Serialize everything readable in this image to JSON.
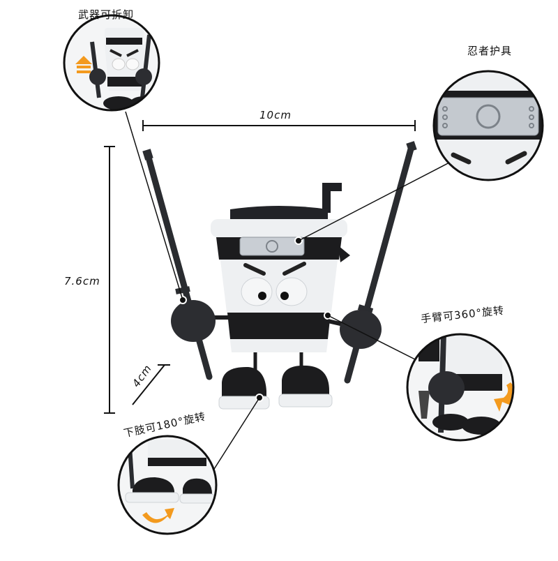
{
  "labels": {
    "weapon": "武器可拆卸",
    "armor": "忍者护具",
    "arm": "手臂可360°旋转",
    "leg": "下肢可180°旋转"
  },
  "dimensions": {
    "width": "10cm",
    "height": "7.6cm",
    "depth": "4cm"
  },
  "colors": {
    "accent": "#f39a1e",
    "figure_dark": "#1c1c1e",
    "figure_light": "#eef0f2"
  }
}
